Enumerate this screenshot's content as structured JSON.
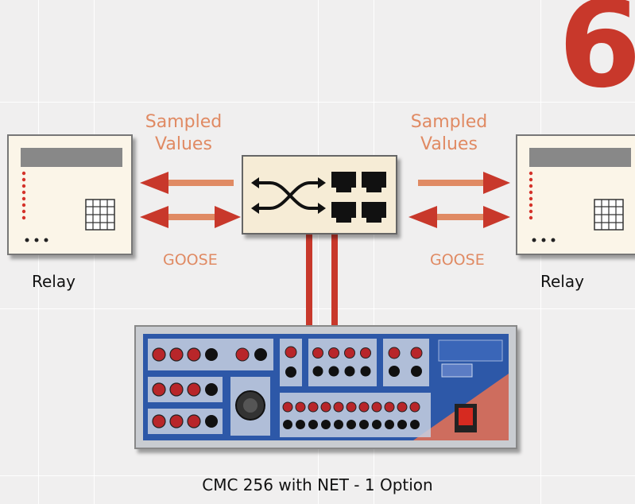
{
  "badge_number": "6",
  "left_device": {
    "label": "Relay"
  },
  "right_device": {
    "label": "Relay"
  },
  "left_link": {
    "top_label": "Sampled\nValues",
    "bottom_label": "GOOSE"
  },
  "right_link": {
    "top_label": "Sampled\nValues",
    "bottom_label": "GOOSE"
  },
  "test_set": {
    "caption": "CMC 256 with NET - 1 Option"
  },
  "colors": {
    "accent_red": "#c8382b",
    "label_orange": "#e08a63",
    "panel_blue": "#2d58a8",
    "relay_body": "#fbf5e8",
    "switch_body": "#f6ecd6"
  }
}
